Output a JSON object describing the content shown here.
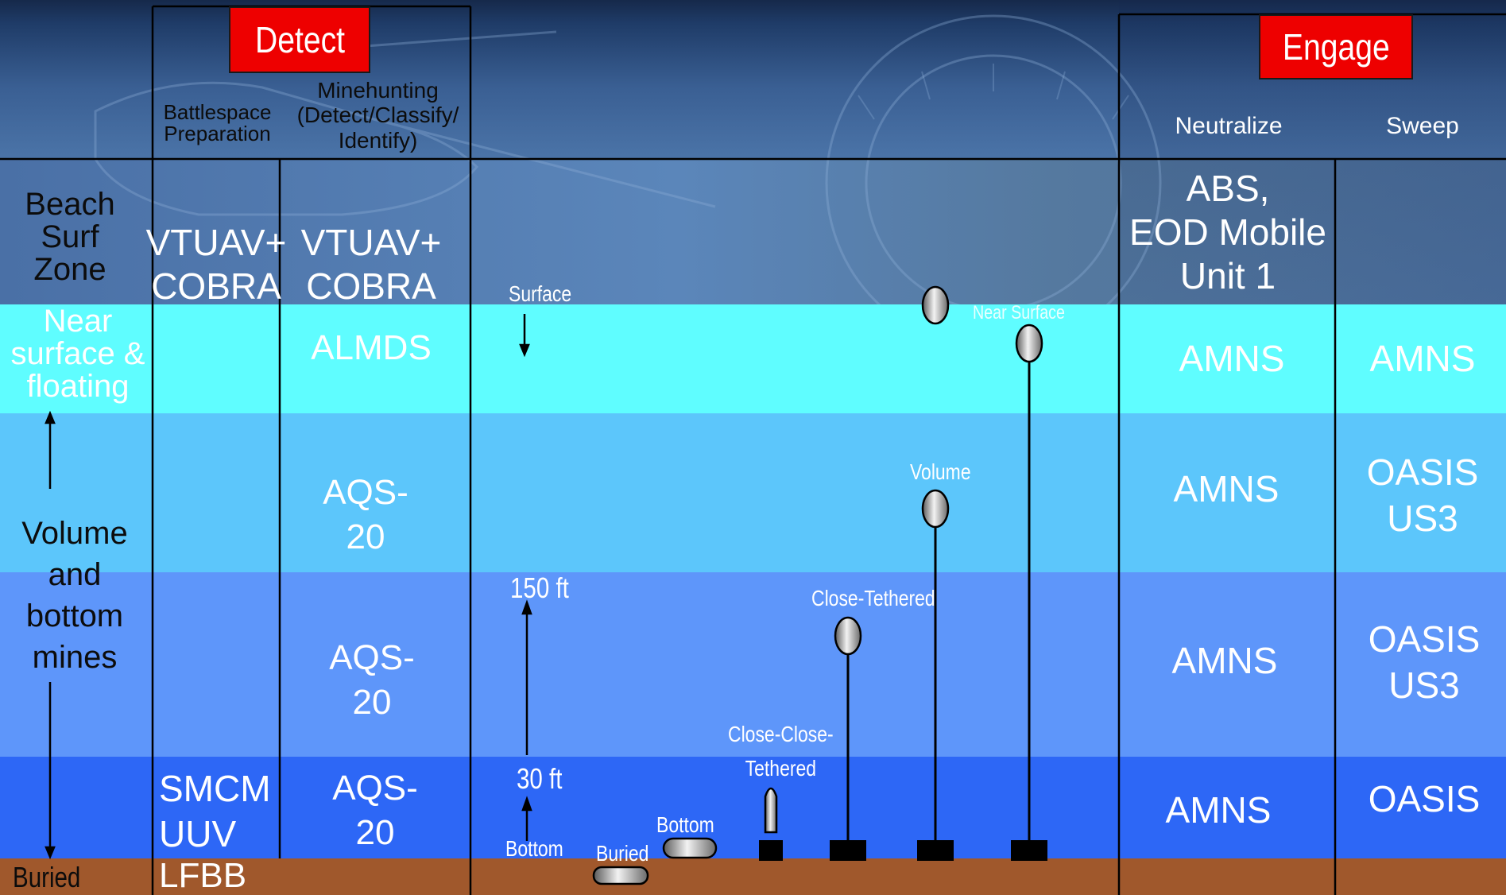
{
  "header": {
    "detect": "Detect",
    "engage": "Engage",
    "battlespace": "Battlespace\nPreparation",
    "minehunting": "Minehunting\n(Detect/Classify/\nIdentify)",
    "neutralize": "Neutralize",
    "sweep": "Sweep"
  },
  "rows": {
    "beach": "Beach\nSurf\nZone",
    "near": "Near\nsurface &\nfloating",
    "volume": "Volume\nand\nbottom\nmines",
    "buried": "Buried"
  },
  "cells": {
    "beach_bp": "VTUAV+\nCOBRA",
    "beach_mh": "VTUAV+\nCOBRA",
    "beach_neutralize": "ABS,\nEOD Mobile\nUnit 1",
    "near_mh": "ALMDS",
    "near_neutralize": "AMNS",
    "near_sweep": "AMNS",
    "vol1_mh": "AQS-\n20",
    "vol1_neutralize": "AMNS",
    "vol1_sweep": "OASIS\nUS3",
    "vol2_mh": "AQS-\n20",
    "vol2_neutralize": "AMNS",
    "vol2_sweep": "OASIS\nUS3",
    "bottom_bp": "SMCM\nUUV",
    "bottom_mh": "AQS-\n20",
    "bottom_neutralize": "AMNS",
    "bottom_sweep": "OASIS",
    "buried_bp": "LFBB"
  },
  "depth": {
    "surface": "Surface",
    "ft150": "150 ft",
    "ft30": "30 ft",
    "bottom": "Bottom"
  },
  "mines": {
    "near_surface": "Near Surface",
    "volume": "Volume",
    "close_tethered": "Close-Tethered",
    "close_close_tethered": "Close-Close-\nTethered",
    "bottom": "Bottom",
    "buried": "Buried"
  },
  "colors": {
    "beach": "#5580b4",
    "near_surface": "#5ffdff",
    "volume_upper": "#5cc6fb",
    "volume_lower": "#5e96fa",
    "bottom": "#2d67f6",
    "buried": "#a0582c",
    "label_box": "#ee0000"
  }
}
